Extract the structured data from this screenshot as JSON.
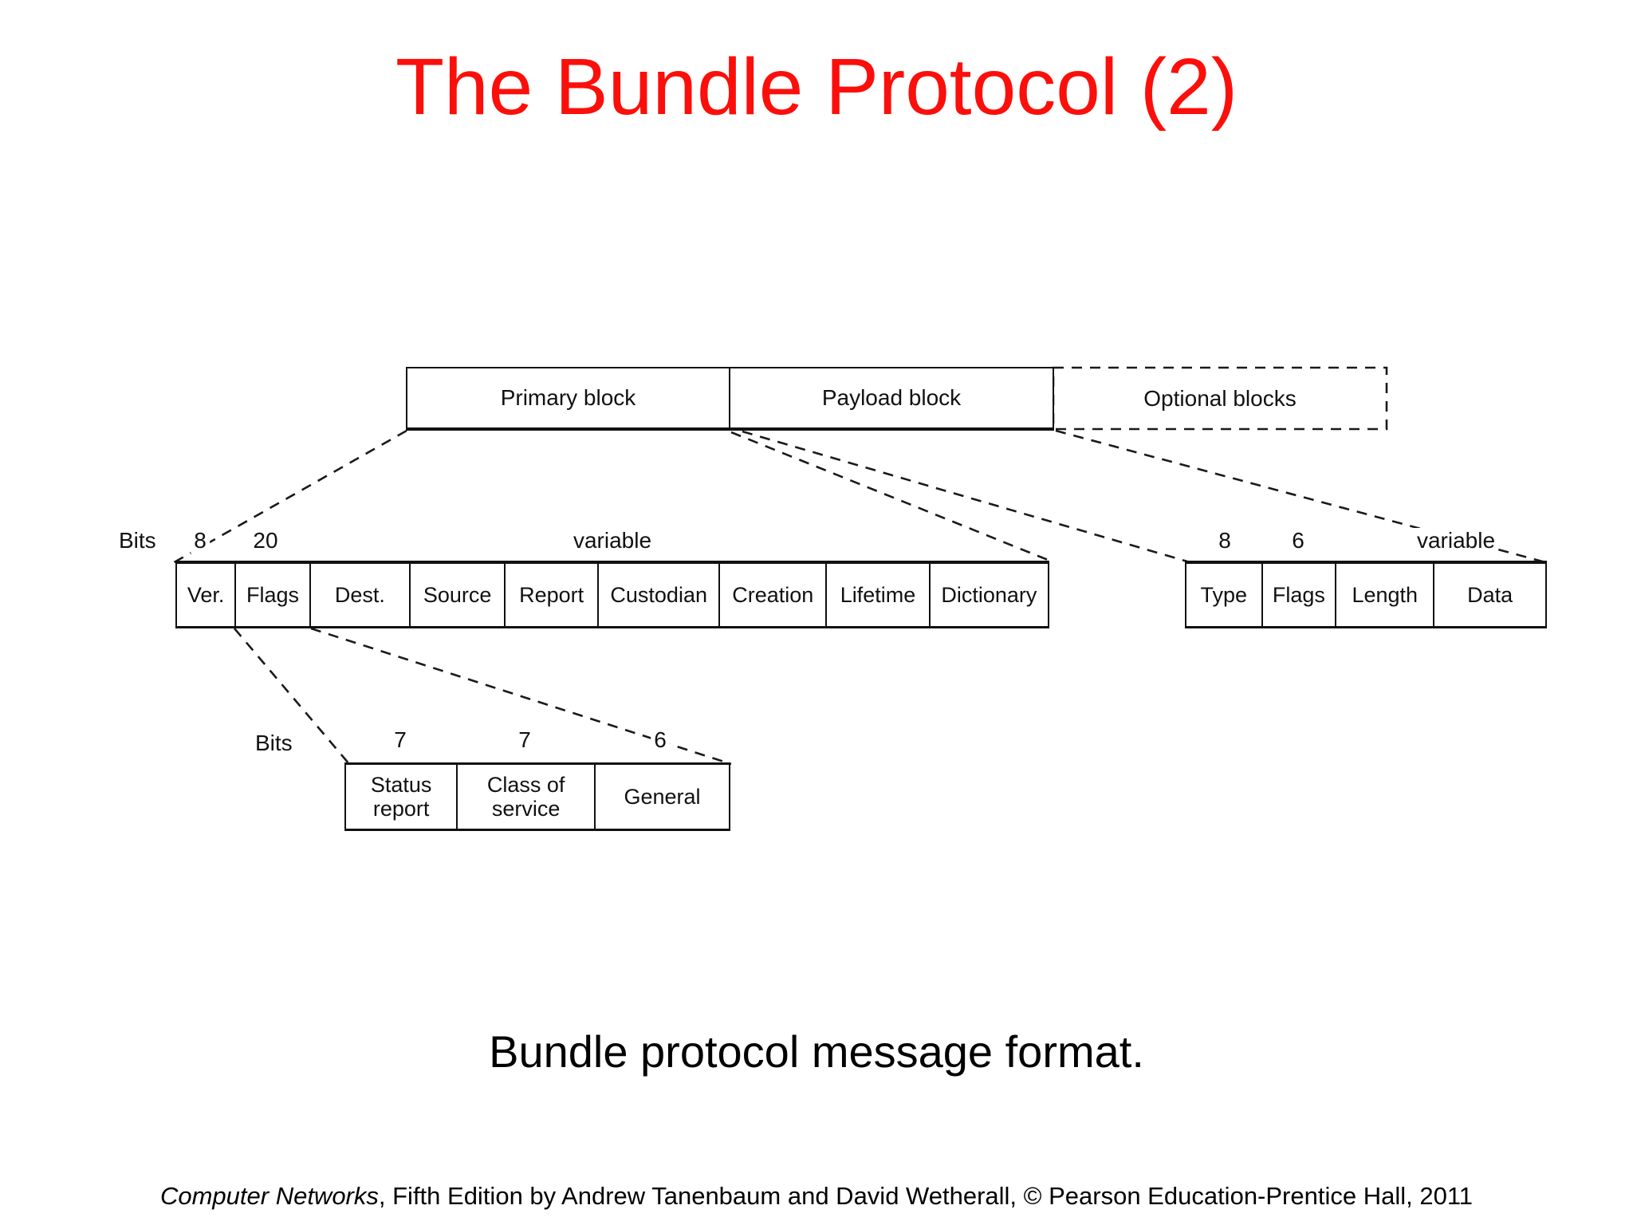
{
  "slide": {
    "title": "The Bundle Protocol (2)",
    "caption": "Bundle protocol message format.",
    "footer_italic": "Computer Networks",
    "footer_rest": ", Fifth Edition by Andrew Tanenbaum and David Wetherall, © Pearson Education-Prentice Hall, 2011"
  },
  "colors": {
    "title_red": "#fb0f0b",
    "line": "#1a1a1a",
    "background": "#ffffff"
  },
  "diagram": {
    "top_blocks": {
      "primary": "Primary block",
      "payload": "Payload block",
      "optional": "Optional blocks"
    },
    "primary_row": {
      "bits_label": "Bits",
      "widths": {
        "w0": "8",
        "w1": "20",
        "w2": "variable"
      },
      "cells": [
        "Ver.",
        "Flags",
        "Dest.",
        "Source",
        "Report",
        "Custodian",
        "Creation",
        "Lifetime",
        "Dictionary"
      ]
    },
    "optional_row": {
      "widths": {
        "w0": "8",
        "w1": "6",
        "w2": "variable"
      },
      "cells": [
        "Type",
        "Flags",
        "Length",
        "Data"
      ]
    },
    "flags_row": {
      "bits_label": "Bits",
      "widths": {
        "w0": "7",
        "w1": "7",
        "w2": "6"
      },
      "cells": [
        "Status report",
        "Class of service",
        "General"
      ]
    }
  }
}
